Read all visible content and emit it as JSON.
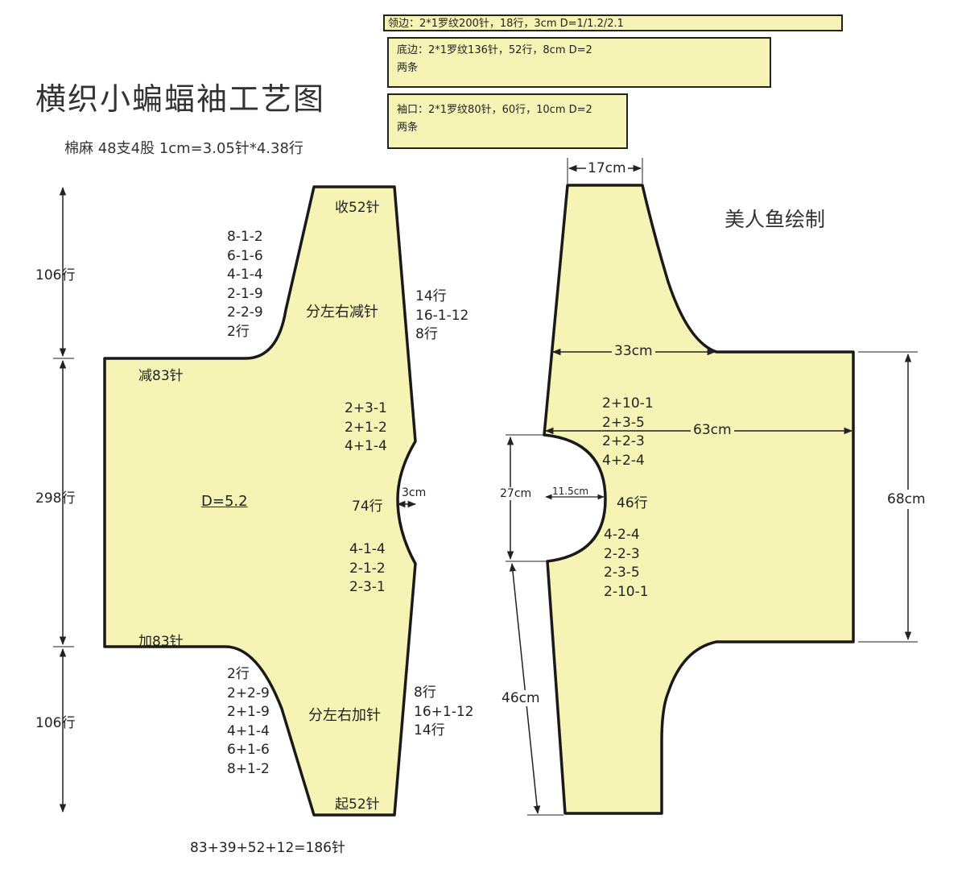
{
  "title": "横织小蝙蝠袖工艺图",
  "yarn_gauge": "棉麻 48支4股 1cm=3.05针*4.38行",
  "author": "美人鱼绘制",
  "boxes": {
    "neckband": "领边：2*1罗纹200针，18行，3cm  D=1/1.2/2.1",
    "hem_line1": "底边：2*1罗纹136针，52行，8cm D=2",
    "hem_line2": "两条",
    "cuff_line1": "袖口：2*1罗纹80针，60行，10cm D=2",
    "cuff_line2": "两条"
  },
  "left_piece": {
    "top_cast": "收52针",
    "bottom_cast": "起52针",
    "decrease_83": "减83针",
    "increase_83": "加83针",
    "split_decrease": "分左右减针",
    "split_increase": "分左右加针",
    "density": "D=5.2",
    "rows_left_top": "106行",
    "rows_left_middle": "298行",
    "rows_left_bottom": "106行",
    "upper_sleeve_seq": [
      "8-1-2",
      "6-1-6",
      "4-1-4",
      "2-1-9",
      "2-2-9",
      "2行"
    ],
    "upper_right_seq": [
      "14行",
      "16-1-12",
      "8行"
    ],
    "lower_sleeve_seq": [
      "2行",
      "2+2-9",
      "2+1-9",
      "4+1-4",
      "6+1-6",
      "8+1-2"
    ],
    "lower_right_seq": [
      "8行",
      "16+1-12",
      "14行"
    ],
    "neck_top_seq": [
      "2+3-1",
      "2+1-2",
      "4+1-4"
    ],
    "neck_bottom_seq": [
      "4-1-4",
      "2-1-2",
      "2-3-1"
    ],
    "neck_rows": "74行",
    "neck_depth": "3cm",
    "total_formula": "83+39+52+12=186针"
  },
  "right_piece": {
    "cuff_width": "17cm",
    "sleeve_width": "33cm",
    "body_width": "63cm",
    "height": "68cm",
    "neck_height": "27cm",
    "neck_depth": "11.5cm",
    "lower_length": "46cm",
    "neck_rows": "46行",
    "neck_top_seq": [
      "2+10-1",
      "2+3-5",
      "2+2-3",
      "4+2-4"
    ],
    "neck_bottom_seq": [
      "4-2-4",
      "2-2-3",
      "2-3-5",
      "2-10-1"
    ]
  },
  "colors": {
    "fill": "#f6f4b4",
    "stroke": "#1a1a1a"
  }
}
